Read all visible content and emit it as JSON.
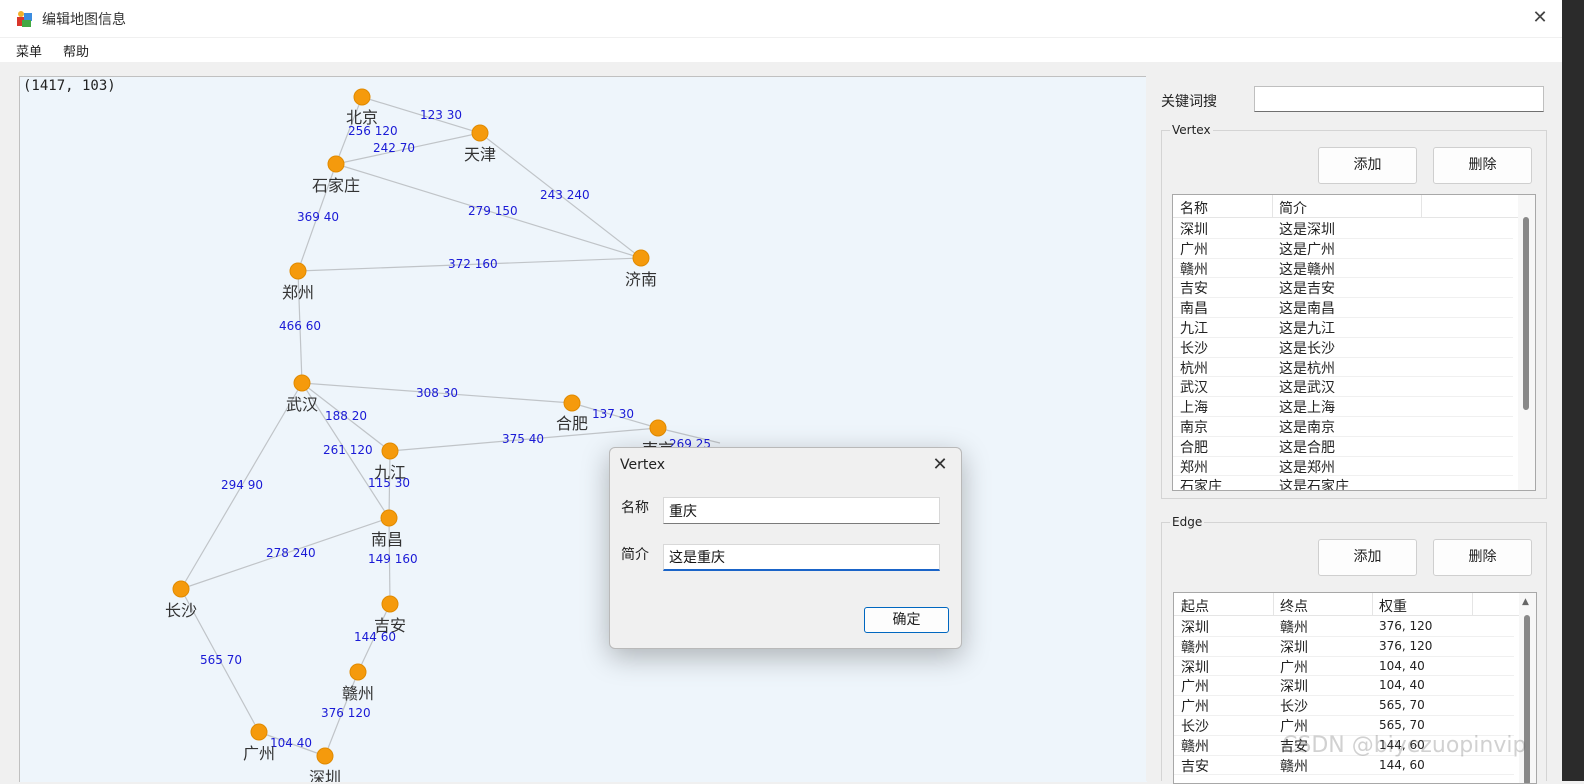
{
  "window": {
    "title": "编辑地图信息",
    "close_glyph": "✕"
  },
  "menu": {
    "items": [
      "菜单",
      "帮助"
    ]
  },
  "map": {
    "coord_readout": "(1417, 103)",
    "nodes": [
      {
        "id": "beijing",
        "label": "北京"
      },
      {
        "id": "tianjin",
        "label": "天津"
      },
      {
        "id": "shijiazhuang",
        "label": "石家庄"
      },
      {
        "id": "jinan",
        "label": "济南"
      },
      {
        "id": "zhengzhou",
        "label": "郑州"
      },
      {
        "id": "wuhan",
        "label": "武汉"
      },
      {
        "id": "hefei",
        "label": "合肥"
      },
      {
        "id": "nanjing",
        "label": "南京"
      },
      {
        "id": "jiujiang",
        "label": "九江"
      },
      {
        "id": "nanchang",
        "label": "南昌"
      },
      {
        "id": "changsha",
        "label": "长沙"
      },
      {
        "id": "jian",
        "label": "吉安"
      },
      {
        "id": "ganzhou",
        "label": "赣州"
      },
      {
        "id": "guangzhou",
        "label": "广州"
      },
      {
        "id": "shenzhen",
        "label": "深圳"
      }
    ],
    "edges": [
      {
        "from": "beijing",
        "to": "tianjin",
        "label": "123  30"
      },
      {
        "from": "beijing",
        "to": "shijiazhuang",
        "label": "256  120"
      },
      {
        "from": "shijiazhuang",
        "to": "tianjin",
        "label": "242  70"
      },
      {
        "from": "tianjin",
        "to": "jinan",
        "label": "243  240"
      },
      {
        "from": "shijiazhuang",
        "to": "jinan",
        "label": "279  150"
      },
      {
        "from": "shijiazhuang",
        "to": "zhengzhou",
        "label": "369  40"
      },
      {
        "from": "zhengzhou",
        "to": "jinan",
        "label": "372  160"
      },
      {
        "from": "zhengzhou",
        "to": "wuhan",
        "label": "466  60"
      },
      {
        "from": "wuhan",
        "to": "hefei",
        "label": "308  30"
      },
      {
        "from": "hefei",
        "to": "nanjing",
        "label": "137  30"
      },
      {
        "from": "wuhan",
        "to": "jiujiang",
        "label": "188  20"
      },
      {
        "from": "jiujiang",
        "to": "nanjing",
        "label": "375  40"
      },
      {
        "from": "wuhan",
        "to": "nanchang",
        "label": "261  120"
      },
      {
        "from": "jiujiang",
        "to": "nanchang",
        "label": "115  30"
      },
      {
        "from": "wuhan",
        "to": "changsha",
        "label": "294  90"
      },
      {
        "from": "changsha",
        "to": "nanchang",
        "label": "278  240"
      },
      {
        "from": "nanchang",
        "to": "jian",
        "label": "149  160"
      },
      {
        "from": "jian",
        "to": "ganzhou",
        "label": "144  60"
      },
      {
        "from": "changsha",
        "to": "guangzhou",
        "label": "565  70"
      },
      {
        "from": "ganzhou",
        "to": "shenzhen",
        "label": "376  120"
      },
      {
        "from": "guangzhou",
        "to": "shenzhen",
        "label": "104  40"
      },
      {
        "from": "nanjing",
        "to": "offscreen",
        "label": "269  25"
      }
    ],
    "node_color": "#f59a0c",
    "edge_color": "#c0c4c8"
  },
  "panel": {
    "search_label": "关键词搜",
    "search_value": "",
    "vertex": {
      "title": "Vertex",
      "add_label": "添加",
      "delete_label": "删除",
      "headers": [
        "名称",
        "简介"
      ],
      "rows": [
        [
          "深圳",
          "这是深圳"
        ],
        [
          "广州",
          "这是广州"
        ],
        [
          "赣州",
          "这是赣州"
        ],
        [
          "吉安",
          "这是吉安"
        ],
        [
          "南昌",
          "这是南昌"
        ],
        [
          "九江",
          "这是九江"
        ],
        [
          "长沙",
          "这是长沙"
        ],
        [
          "杭州",
          "这是杭州"
        ],
        [
          "武汉",
          "这是武汉"
        ],
        [
          "上海",
          "这是上海"
        ],
        [
          "南京",
          "这是南京"
        ],
        [
          "合肥",
          "这是合肥"
        ],
        [
          "郑州",
          "这是郑州"
        ],
        [
          "石家庄",
          "这是石家庄"
        ]
      ]
    },
    "edge": {
      "title": "Edge",
      "add_label": "添加",
      "delete_label": "删除",
      "headers": [
        "起点",
        "终点",
        "权重"
      ],
      "rows": [
        [
          "深圳",
          "赣州",
          "376, 120"
        ],
        [
          "赣州",
          "深圳",
          "376, 120"
        ],
        [
          "深圳",
          "广州",
          "104, 40"
        ],
        [
          "广州",
          "深圳",
          "104, 40"
        ],
        [
          "广州",
          "长沙",
          "565, 70"
        ],
        [
          "长沙",
          "广州",
          "565, 70"
        ],
        [
          "赣州",
          "吉安",
          "144, 60"
        ],
        [
          "吉安",
          "赣州",
          "144, 60"
        ]
      ]
    }
  },
  "dialog": {
    "title": "Vertex",
    "close_glyph": "✕",
    "name_label": "名称",
    "name_value": "重庆",
    "desc_label": "简介",
    "desc_value": "这是重庆",
    "ok_label": "确定"
  },
  "watermark": "CSDN @biyezuopinvip"
}
